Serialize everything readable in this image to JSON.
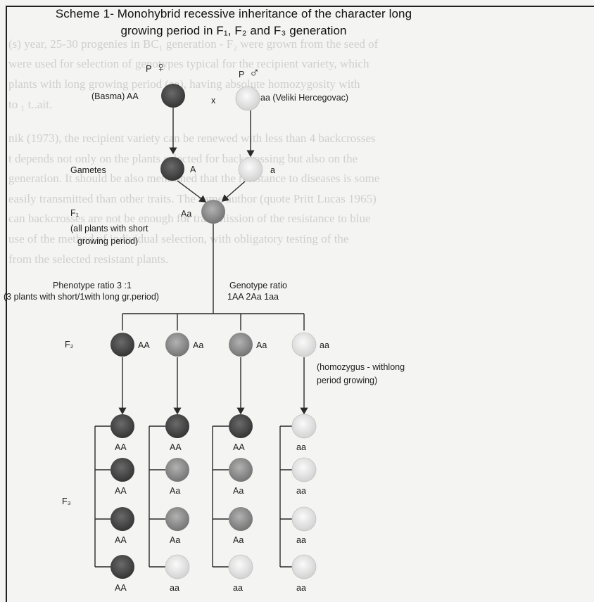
{
  "scheme": {
    "title_line1": "Scheme 1- Monohybrid recessive inheritance of the character long",
    "title_line2": "growing period in F₁, F₂ and F₃ generation"
  },
  "parents": {
    "p_female": "P",
    "p_male": "P",
    "female_symbol": "♀",
    "male_symbol": "♂",
    "cross": "x",
    "female_label": "(Basma) AA",
    "male_label": "aa (Veliki Hercegovac)"
  },
  "gametes": {
    "label": "Gametes",
    "female": "A",
    "male": "a"
  },
  "f1": {
    "label": "F₁",
    "genotype": "Aa",
    "note_line1": "(all plants with short",
    "note_line2": "growing period)"
  },
  "ratios": {
    "phenotype_title": "Phenotype ratio 3 :1",
    "phenotype_detail": "(3 plants with short/1with long gr.period)",
    "genotype_title": "Genotype ratio",
    "genotype_detail": "1AA  2Aa  1aa"
  },
  "f2": {
    "label": "F₂",
    "genotypes": [
      "AA",
      "Aa",
      "Aa",
      "aa"
    ],
    "note_line1": "(homozygus - withlong",
    "note_line2": "period growing)"
  },
  "f3": {
    "label": "F₃",
    "columns": [
      [
        "AA",
        "AA",
        "AA",
        "AA"
      ],
      [
        "AA",
        "Aa",
        "Aa",
        "aa"
      ],
      [
        "AA",
        "Aa",
        "Aa",
        "aa"
      ],
      [
        "aa",
        "aa",
        "aa",
        "aa"
      ]
    ]
  },
  "background_text": [
    "(s) year, 25-30 progenies in BC₁ generation - F₂ were grown from the seed of",
    "were used for selection of genotypes typical for the recipient variety, which",
    "plants with long growing period (aa), having absolute homozygosity with",
    "to ₁ t..ait.",
    "nik (1973), the recipient variety can be renewed with less than 4 backcrosses",
    "t depends not only on the plants selected for backcrossing but also on the",
    "generation. It should be also mentioned that the resistance to diseases is some",
    "easily transmitted than other traits. The same author (quote Pritt Lucas 1965)",
    "can backcrosses are not be enough for transmission of the resistance to blue",
    "use of the method of individual selection, with obligatory testing of the",
    "from the selected resistant plants."
  ],
  "colors": {
    "dominant_fill": "#4a4a4a",
    "heterozygous_fill": "#8c8c8c",
    "recessive_fill": "#e6e6e6",
    "line": "#2a2a2a",
    "background": "#f4f4f2"
  }
}
